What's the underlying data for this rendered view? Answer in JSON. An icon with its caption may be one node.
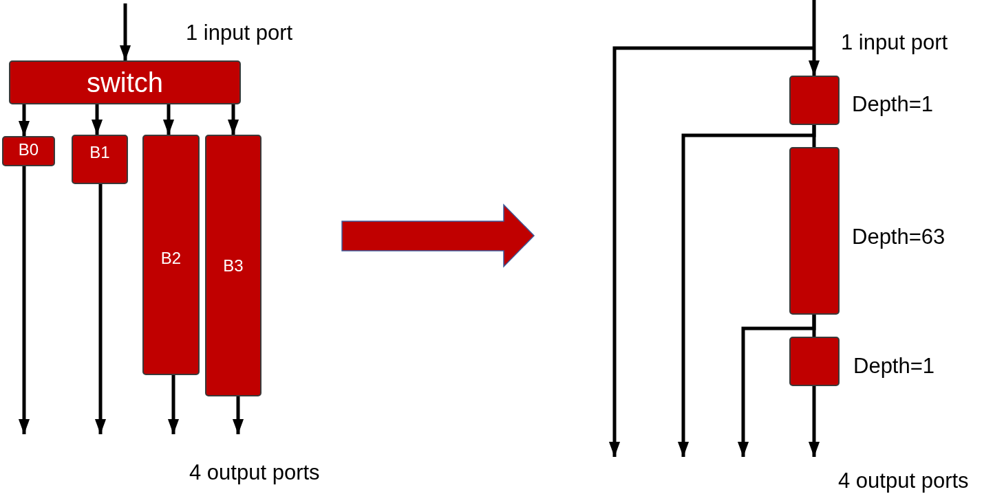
{
  "diagram": {
    "nodes": [
      {
        "text": [
          "switch"
        ]
      },
      {
        "text": [
          "B0"
        ]
      },
      {
        "text": [
          "B1"
        ]
      },
      {
        "text": [
          "B2"
        ]
      },
      {
        "text": [
          "B3"
        ]
      },
      {
        "text": [],
        "shape": "box",
        "beside": [
          "Depth=1"
        ]
      },
      {
        "text": [],
        "shape": "box",
        "beside": [
          "Depth=63"
        ]
      },
      {
        "text": [],
        "shape": "box",
        "beside": [
          "Depth=1"
        ]
      }
    ],
    "edges": [
      {
        "from": null,
        "to": 0,
        "arrow": "to"
      },
      {
        "from": 0,
        "to": 1,
        "arrow": "to"
      },
      {
        "from": 0,
        "to": 2,
        "arrow": "to"
      },
      {
        "from": 0,
        "to": 3,
        "arrow": "to"
      },
      {
        "from": 0,
        "to": 4,
        "arrow": "to"
      },
      {
        "from": 1,
        "to": null,
        "arrow": "to"
      },
      {
        "from": 2,
        "to": null,
        "arrow": "to"
      },
      {
        "from": 3,
        "to": null,
        "arrow": "to"
      },
      {
        "from": 4,
        "to": null,
        "arrow": "to"
      },
      {
        "from": null,
        "to": 5,
        "arrow": "to"
      },
      {
        "from": 5,
        "to": 6,
        "arrow": "none"
      },
      {
        "from": 5,
        "to": null,
        "arrow": "to"
      },
      {
        "from": 6,
        "to": 7,
        "arrow": "none"
      },
      {
        "from": 6,
        "to": null,
        "arrow": "to"
      },
      {
        "from": 7,
        "to": null,
        "arrow": "to"
      }
    ],
    "labels": [
      "1 input port",
      "4 output ports",
      "1 input port",
      "4 output ports"
    ]
  }
}
